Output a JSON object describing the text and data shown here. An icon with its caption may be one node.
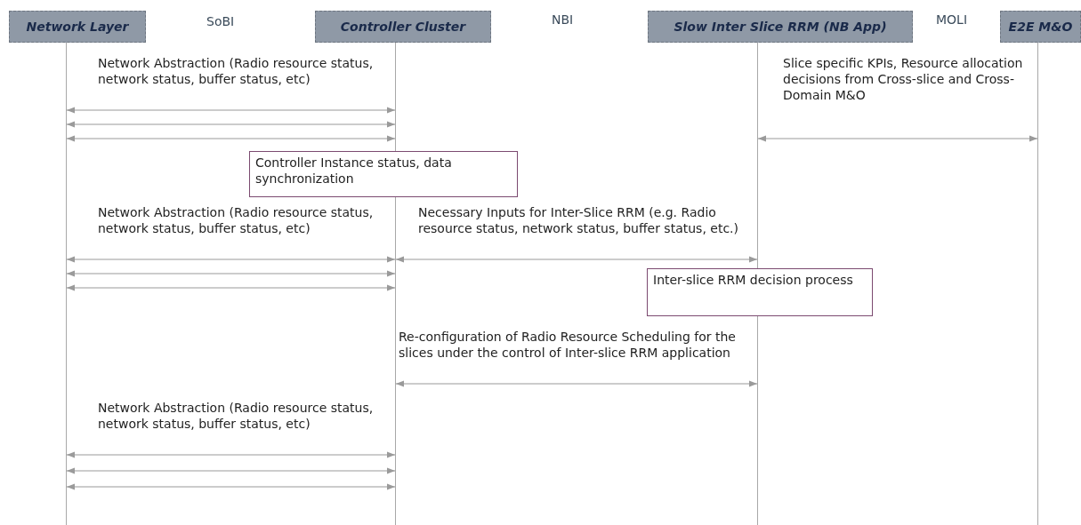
{
  "diagram": {
    "nodes": [
      {
        "text": [
          "Network Layer"
        ]
      },
      {
        "text": [
          "Controller Cluster"
        ]
      },
      {
        "text": [
          "Slow Inter Slice RRM (NB App)"
        ]
      },
      {
        "text": [
          "E2E M&O"
        ]
      },
      {
        "text": [],
        "shape": "bar"
      },
      {
        "text": [],
        "shape": "bar"
      },
      {
        "text": [],
        "shape": "bar"
      },
      {
        "text": [],
        "shape": "bar"
      },
      {
        "text": [
          "Controller Instance status, data synchronization"
        ]
      },
      {
        "text": [
          "Inter-slice RRM decision process"
        ]
      }
    ],
    "edges": [
      {
        "from": 4,
        "to": 5,
        "arrow": "both",
        "label": "Network Abstraction (Radio resource status, network status, buffer status, etc)"
      },
      {
        "from": 4,
        "to": 5,
        "arrow": "both"
      },
      {
        "from": 4,
        "to": 5,
        "arrow": "both"
      },
      {
        "from": 6,
        "to": 7,
        "arrow": "both",
        "label": "Slice specific KPIs, Resource allocation decisions from Cross-slice and Cross-Domain M&O"
      },
      {
        "from": 5,
        "to": 6,
        "arrow": "both",
        "label": "Necessary Inputs for Inter-Slice RRM (e.g. Radio resource status, network status, buffer status, etc.)"
      },
      {
        "from": 4,
        "to": 5,
        "arrow": "both",
        "label": "Network Abstraction (Radio resource status, network status, buffer status, etc)"
      },
      {
        "from": 4,
        "to": 5,
        "arrow": "both"
      },
      {
        "from": 4,
        "to": 5,
        "arrow": "both"
      },
      {
        "from": 5,
        "to": 6,
        "arrow": "both",
        "label": "Re-configuration of Radio Resource Scheduling for the slices under the control of Inter-slice RRM application"
      },
      {
        "from": 4,
        "to": 5,
        "arrow": "both",
        "label": "Network Abstraction (Radio resource status, network status, buffer status, etc)"
      },
      {
        "from": 4,
        "to": 5,
        "arrow": "both"
      },
      {
        "from": 4,
        "to": 5,
        "arrow": "both"
      }
    ],
    "labels": [
      "SoBI",
      "NBI",
      "MOLI"
    ]
  }
}
